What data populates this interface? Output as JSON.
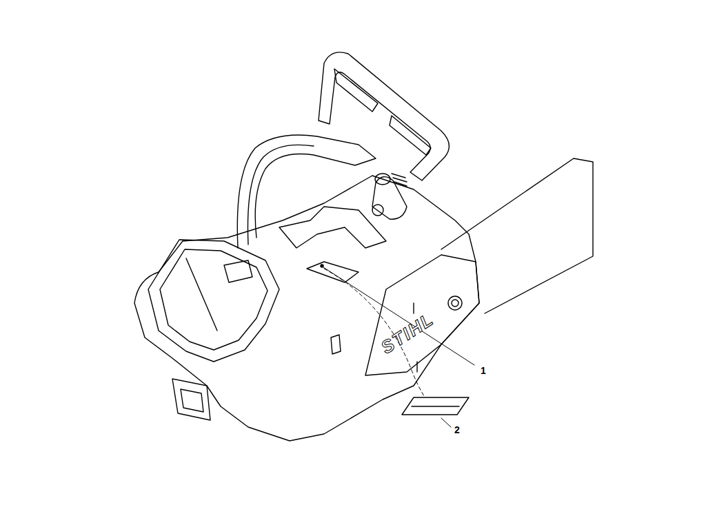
{
  "diagram": {
    "labels": [
      "STIHL",
      "1",
      "2"
    ]
  }
}
